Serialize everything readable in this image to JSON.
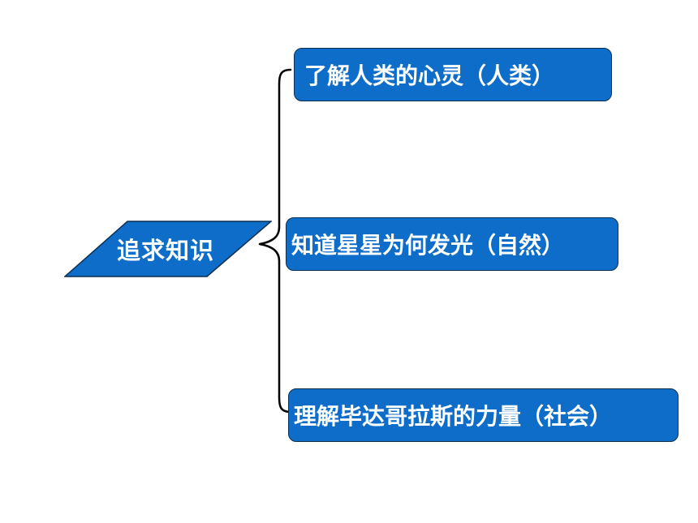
{
  "diagram": {
    "root": {
      "label": "追求知识",
      "color": "#0e6dc8"
    },
    "branches": [
      {
        "label": "了解人类的心灵（人类）"
      },
      {
        "label": "知道星星为何发光（自然）"
      },
      {
        "label": "理解毕达哥拉斯的力量（社会）"
      }
    ],
    "colors": {
      "node_fill": "#0e6dc8",
      "node_border": "#0b2f52",
      "connector": "#000000",
      "text": "#ffffff"
    }
  }
}
